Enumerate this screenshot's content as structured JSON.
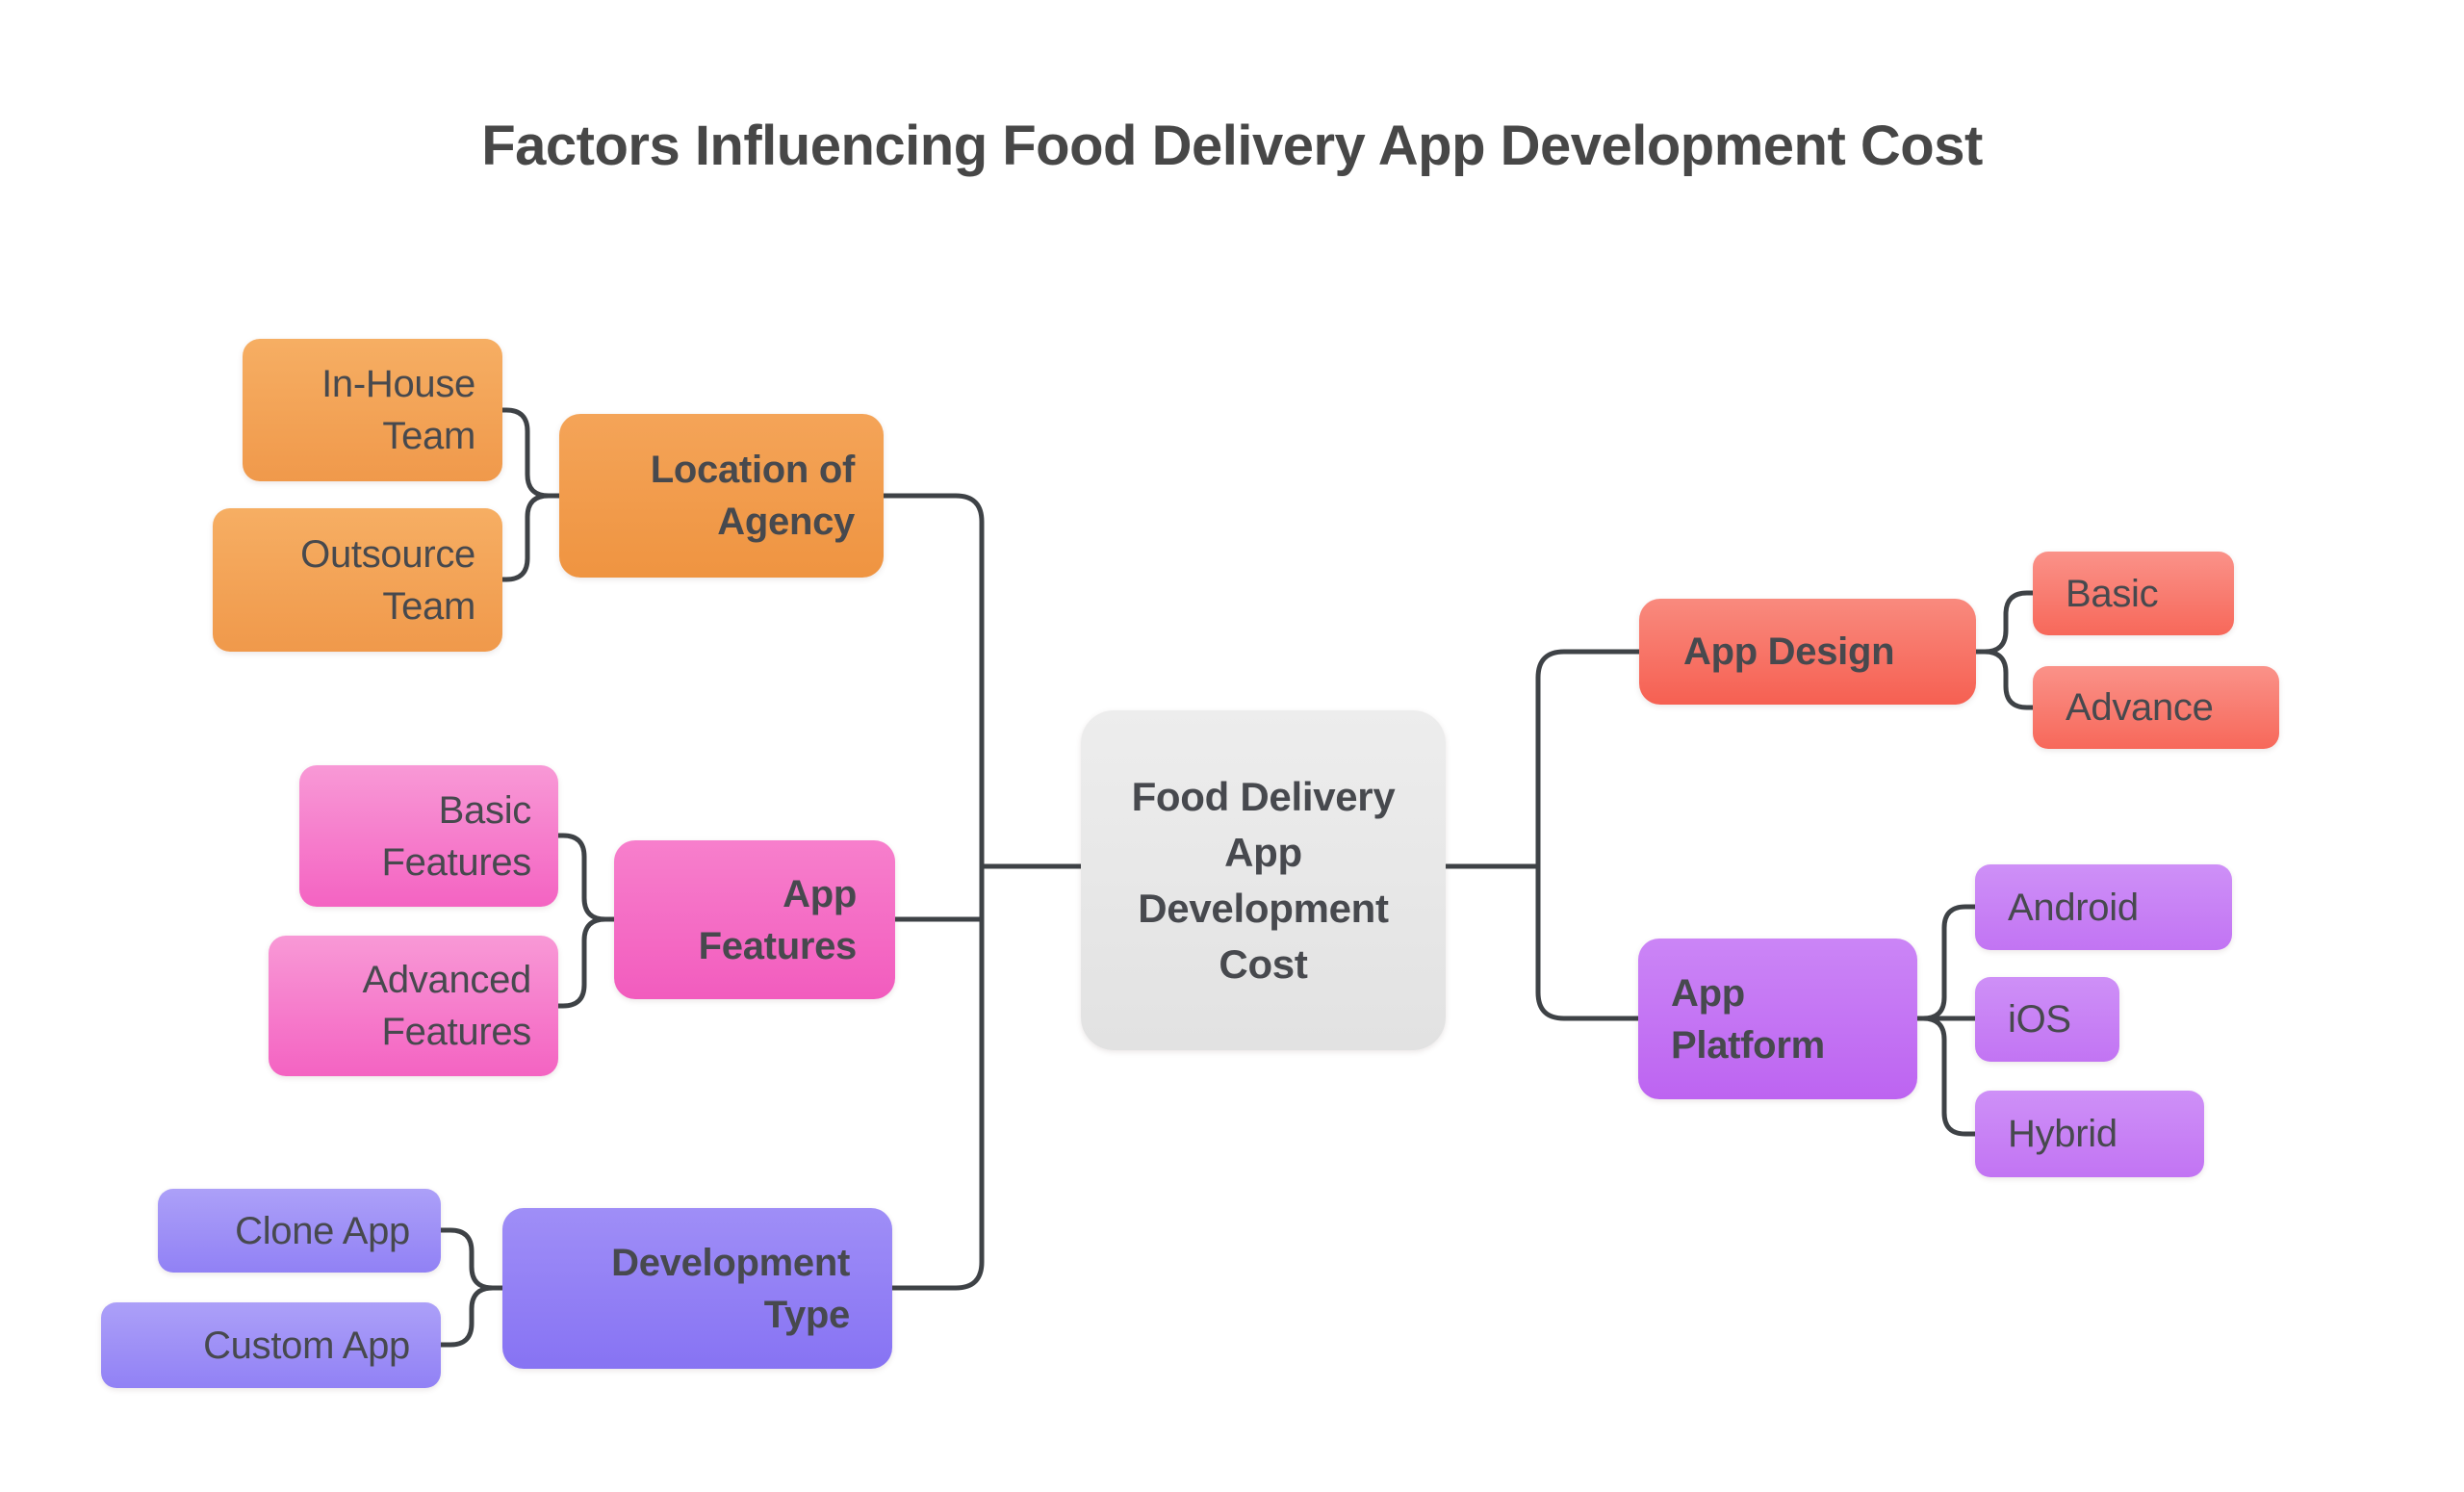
{
  "title": "Factors Influencing Food Delivery App Development Cost",
  "diagram": {
    "center": {
      "label": "Food Delivery App Development Cost"
    },
    "left_branches": [
      {
        "label": "Location of Agency",
        "children": [
          {
            "label": "In-House Team"
          },
          {
            "label": "Outsource Team"
          }
        ]
      },
      {
        "label": "App Features",
        "children": [
          {
            "label": "Basic Features"
          },
          {
            "label": "Advanced Features"
          }
        ]
      },
      {
        "label": "Development Type",
        "children": [
          {
            "label": "Clone App"
          },
          {
            "label": "Custom App"
          }
        ]
      }
    ],
    "right_branches": [
      {
        "label": "App Design",
        "children": [
          {
            "label": "Basic"
          },
          {
            "label": "Advance"
          }
        ]
      },
      {
        "label": "App Platform",
        "children": [
          {
            "label": "Android"
          },
          {
            "label": "iOS"
          },
          {
            "label": "Hybrid"
          }
        ]
      }
    ]
  },
  "palette": {
    "line": "#3E4246",
    "text": "#47494E",
    "title_text": "#474747",
    "orange_leaf": {
      "top": "#F6AE63",
      "bottom": "#F0994B"
    },
    "orange_parent": {
      "top": "#F4A458",
      "bottom": "#EF9441"
    },
    "pink_leaf": {
      "top": "#F899D6",
      "bottom": "#F463C2"
    },
    "pink_parent": {
      "top": "#F77FCC",
      "bottom": "#F25CBE"
    },
    "purple_leaf": {
      "top": "#ACA0F8",
      "bottom": "#9181F5"
    },
    "purple_parent": {
      "top": "#9F8EF7",
      "bottom": "#8773F3"
    },
    "red_leaf": {
      "top": "#FA9289",
      "bottom": "#F7685A"
    },
    "red_parent": {
      "top": "#F98A7E",
      "bottom": "#F66052"
    },
    "violet_leaf": {
      "top": "#CE90F7",
      "bottom": "#C274F3"
    },
    "violet_parent": {
      "top": "#CB85F6",
      "bottom": "#BD64F1"
    },
    "center_node": {
      "top": "#EDEDED",
      "bottom": "#E2E2E2"
    }
  }
}
